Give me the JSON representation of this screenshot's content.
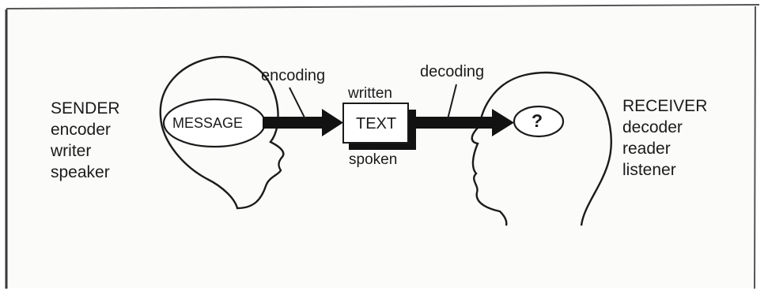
{
  "sender": {
    "title": "SENDER",
    "roles": [
      "encoder",
      "writer",
      "speaker"
    ]
  },
  "receiver": {
    "title": "RECEIVER",
    "roles": [
      "decoder",
      "reader",
      "listener"
    ]
  },
  "message_label": "MESSAGE",
  "text_box": {
    "label": "TEXT",
    "above": "written",
    "below": "spoken"
  },
  "arrows": {
    "encoding_label": "encoding",
    "decoding_label": "decoding"
  },
  "receiver_symbol": "?",
  "colors": {
    "ink": "#1b1b1b",
    "paper": "#fbfbfa",
    "frame": "#3a3a3a"
  }
}
